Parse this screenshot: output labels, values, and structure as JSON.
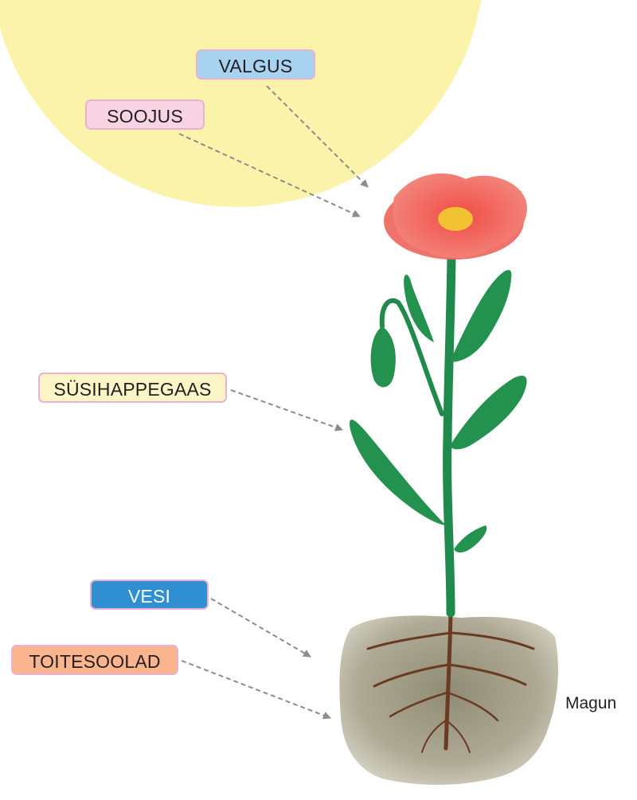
{
  "colors": {
    "sun": "#fbf3a9",
    "arrow": "#8c8c8c",
    "soil": "#a8a48f",
    "stem": "#1f8a4c",
    "leaf": "#23924f",
    "petal": "#ee6a63",
    "center": "#f2c232",
    "root": "#6b3a22",
    "border": "#e9b2d2"
  },
  "labels": [
    {
      "id": "valgus",
      "text": "VALGUS",
      "bg": "#a8d3f0",
      "fg": "#231f20"
    },
    {
      "id": "soojus",
      "text": "SOOJUS",
      "bg": "#f8d3e2",
      "fg": "#231f20"
    },
    {
      "id": "susi",
      "text": "SÜSIHAPPEGAAS",
      "bg": "#fdf5c6",
      "fg": "#231f20"
    },
    {
      "id": "vesi",
      "text": "VESI",
      "bg": "#2f8fd0",
      "fg": "#ffffff"
    },
    {
      "id": "toite",
      "text": "TOITESOOLAD",
      "bg": "#fab48e",
      "fg": "#231f20"
    }
  ],
  "plant_name": "Magun"
}
